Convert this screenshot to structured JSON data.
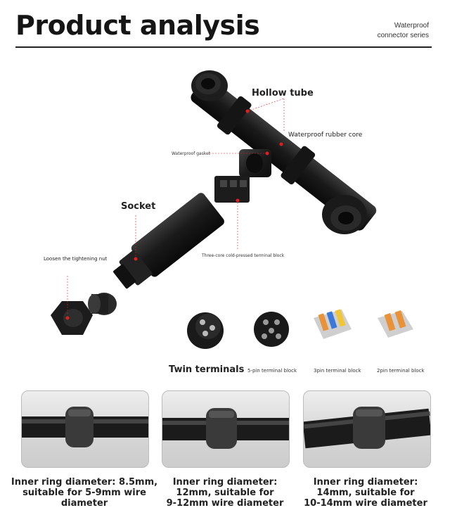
{
  "header": {
    "title": "Product analysis",
    "series_line1": "Waterproof",
    "series_line2": "connector series"
  },
  "labels": {
    "hollow_tube": "Hollow tube",
    "waterproof_rubber_core": "Waterproof rubber core",
    "waterproof_gasket": "Waterproof gasket",
    "socket": "Socket",
    "three_core_block": "Three-core cold-pressed terminal block",
    "loosen_nut": "Loosen the tightening nut",
    "twin_terminals": "Twin terminals",
    "five_pin": "5-pin terminal block",
    "three_pin": "3pin terminal block",
    "two_pin": "2pin terminal block"
  },
  "rings": [
    {
      "line1": "Inner ring diameter: 8.5mm,",
      "line2": "suitable for 5-9mm wire",
      "line3": "diameter"
    },
    {
      "line1": "Inner ring diameter:",
      "line2": "12mm, suitable for",
      "line3": "9-12mm wire diameter"
    },
    {
      "line1": "Inner ring diameter:",
      "line2": "14mm, suitable for",
      "line3": "10-14mm wire diameter"
    }
  ],
  "colors": {
    "accent_red": "#e02020",
    "connector_black": "#1b1b1b",
    "rule": "#222222"
  }
}
